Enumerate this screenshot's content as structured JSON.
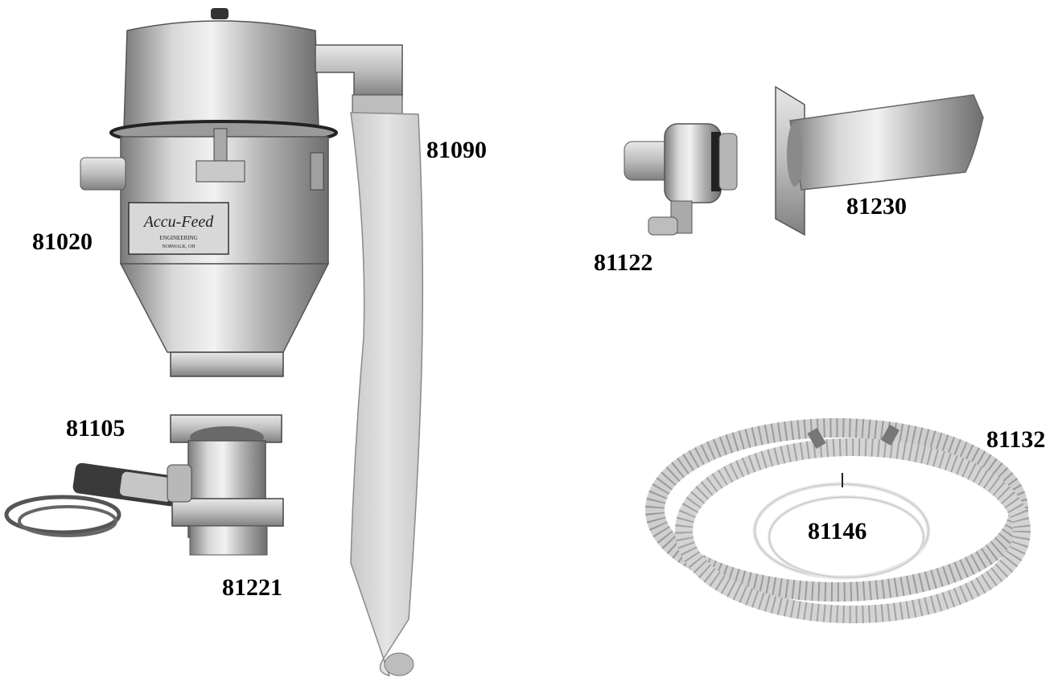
{
  "labels": {
    "receiver": "81020",
    "filter_sock": "81090",
    "sensor": "81105",
    "adapter": "81221",
    "air_valve": "81122",
    "pickup_wand": "81230",
    "vacuum_hose": "81132",
    "air_tube": "81146"
  },
  "logo": {
    "brand": "Accu-Feed",
    "line1": "ENGINEERING",
    "line2": "NORWALK, OH"
  },
  "colors": {
    "metal_light": "#e2e2e2",
    "metal_mid": "#b5b5b5",
    "metal_dark": "#777777",
    "fabric": "#dadada"
  }
}
